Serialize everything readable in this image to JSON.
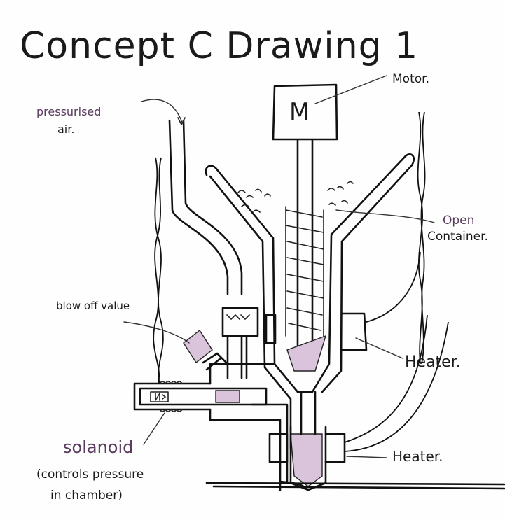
{
  "title": "Concept C   Drawing 1",
  "motor": {
    "symbol": "M",
    "label": "Motor."
  },
  "labels": {
    "pressurised_air": "pressurised",
    "pressurised_air_2": "air.",
    "open_container": "Open",
    "open_container_2": "Container.",
    "blow_off_valve": "blow off value",
    "heater_upper": "Heater.",
    "heater_lower": "Heater.",
    "solenoid": "solanoid",
    "solenoid_note_1": "(controls pressure",
    "solenoid_note_2": "in chamber)"
  },
  "colors": {
    "ink": "#111111",
    "hatch": "#d9c4dc",
    "pencil_purple": "#5a3a5e"
  }
}
